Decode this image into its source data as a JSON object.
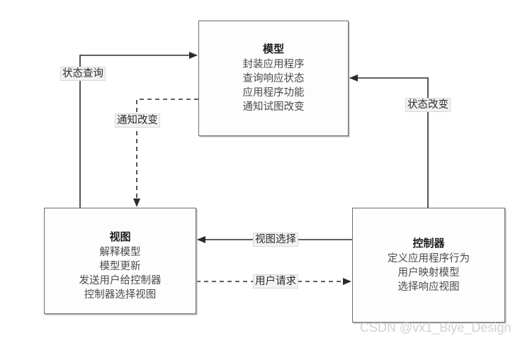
{
  "diagram": {
    "type": "mvc-architecture",
    "nodes": [
      {
        "id": "model",
        "title": "模型",
        "lines": [
          "封装应用程序",
          "查询响应状态",
          "应用程序功能",
          "通知试图改变"
        ]
      },
      {
        "id": "view",
        "title": "视图",
        "lines": [
          "解释模型",
          "模型更新",
          "发送用户给控制器",
          "控制器选择视图"
        ]
      },
      {
        "id": "controller",
        "title": "控制器",
        "lines": [
          "定义应用程序行为",
          "用户映射模型",
          "选择响应视图"
        ]
      }
    ],
    "edges": [
      {
        "id": "status-query",
        "label": "状态查询",
        "from": "view",
        "to": "model",
        "style": "solid"
      },
      {
        "id": "notify-change",
        "label": "通知改变",
        "from": "model",
        "to": "view",
        "style": "dashed"
      },
      {
        "id": "state-change",
        "label": "状态改变",
        "from": "controller",
        "to": "model",
        "style": "solid"
      },
      {
        "id": "view-select",
        "label": "视图选择",
        "from": "controller",
        "to": "view",
        "style": "solid"
      },
      {
        "id": "user-request",
        "label": "用户请求",
        "from": "view",
        "to": "controller",
        "style": "dashed"
      }
    ]
  },
  "watermark": {
    "text": "CSDN @vx1_Biye_Design"
  },
  "colors": {
    "background": "#ffffff",
    "node_border": "#6d6d6d",
    "node_fill": "#fdfdfd",
    "edge": "#2b2b2b",
    "label_fill": "#f2f2f2",
    "watermark": "#d2d2d2"
  }
}
